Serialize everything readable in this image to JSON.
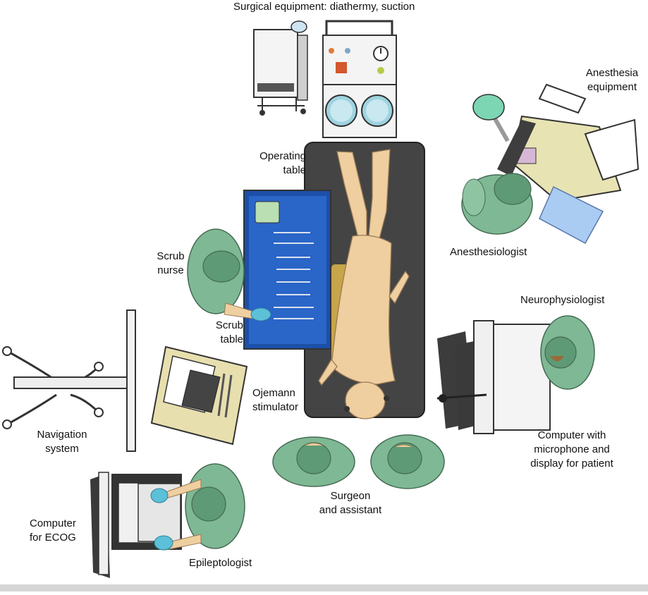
{
  "labels": {
    "surgical_equipment": "Surgical equipment: diathermy, suction",
    "anesthesia_equipment": [
      "Anesthesia",
      "equipment"
    ],
    "operating_table": [
      "Operating",
      "table"
    ],
    "anesthesiologist": "Anesthesiologist",
    "scrub_nurse": [
      "Scrub",
      "nurse"
    ],
    "scrub_table": [
      "Scrub",
      "table"
    ],
    "neurophysiologist": "Neurophysiologist",
    "ojemann_stimulator": [
      "Ojemann",
      "stimulator"
    ],
    "navigation_system": [
      "Navigation",
      "system"
    ],
    "computer_patient": [
      "Computer with",
      "microphone and",
      "display for patient"
    ],
    "surgeon_assistant": [
      "Surgeon",
      "and assistant"
    ],
    "computer_ecog": [
      "Computer",
      "for ECOG"
    ],
    "epileptologist": "Epileptologist"
  },
  "colors": {
    "staff_green": "#7fb894",
    "staff_green_dark": "#5e9a75",
    "glove": "#5bc0d8",
    "table_dark": "#3f3f3f",
    "skin": "#efcfa0",
    "scrub_table_blue": "#1c4fa8",
    "equipment_beige": "#e7dfae"
  }
}
